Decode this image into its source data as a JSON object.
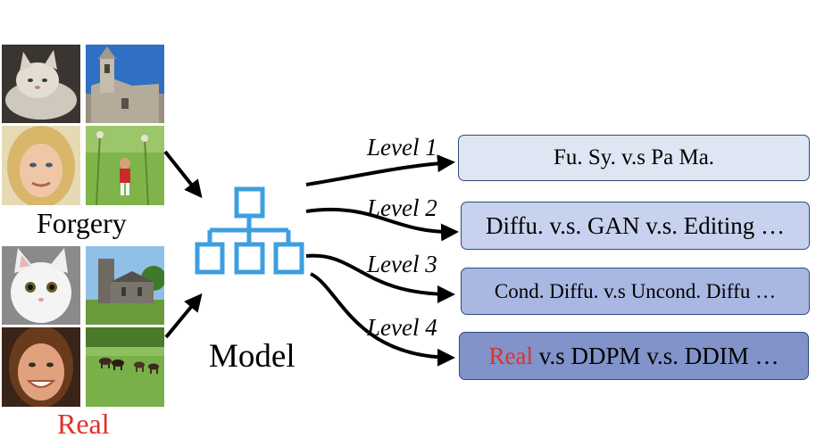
{
  "groups": {
    "forgery_label": "Forgery",
    "real_label": "Real"
  },
  "model": {
    "label": "Model",
    "icon": "hierarchy-network-icon",
    "icon_color": "#3d9fe0"
  },
  "levels": [
    {
      "label": "Level 1",
      "text": "Fu. Sy. v.s Pa Ma.",
      "fill": "#dfe6f3"
    },
    {
      "label": "Level 2",
      "text": "Diffu. v.s. GAN v.s. Editing …",
      "fill": "#c7d2ee"
    },
    {
      "label": "Level 3",
      "text": "Cond. Diffu. v.s Uncond. Diffu …",
      "fill": "#a9b8e2"
    },
    {
      "label": "Level 4",
      "real_word": "Real",
      "text": " v.s DDPM v.s. DDIM …",
      "fill": "#8193c9"
    }
  ],
  "colors": {
    "real_accent": "#e0302a",
    "box_border": "#2f4a7a",
    "arrow": "#000000"
  }
}
